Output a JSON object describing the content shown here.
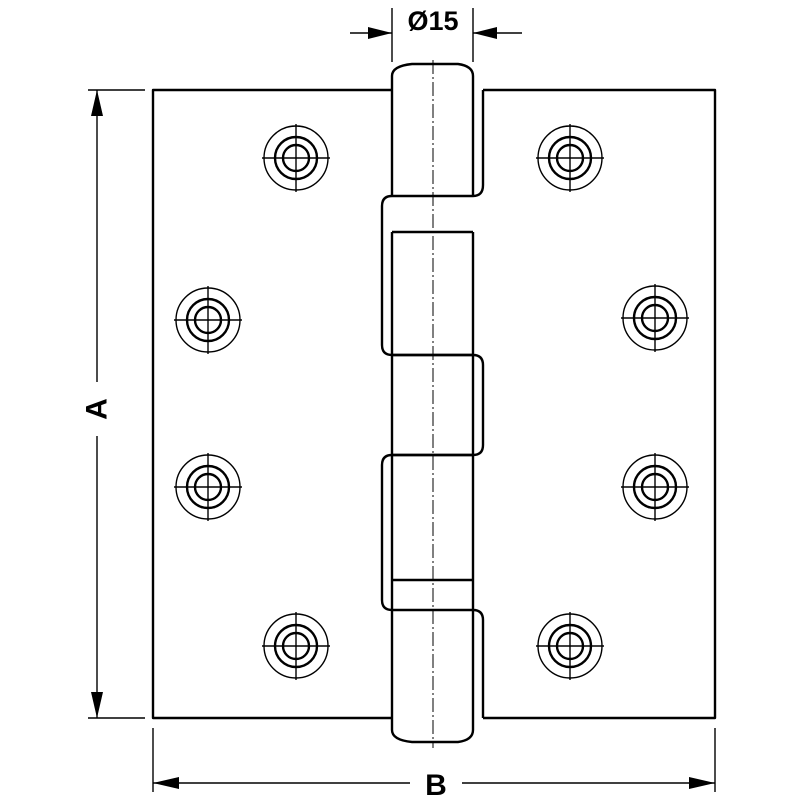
{
  "figure": {
    "pin_diameter_label": "Ø15",
    "height_label": "A",
    "width_label": "B",
    "screw_holes_per_leaf": 4,
    "knuckle_count": 5,
    "line_color": "#000000",
    "background_color": "#ffffff"
  }
}
